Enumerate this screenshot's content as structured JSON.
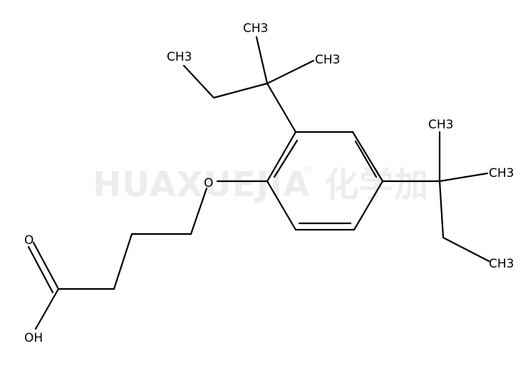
{
  "watermark": {
    "text": "HUAXUEJIA",
    "registered_mark": "®",
    "cn_text": "化学加",
    "color": "#ededed"
  },
  "atoms": {
    "oxygen_ether": "O",
    "oxygen_carbonyl": "O",
    "hydroxyl": "OH",
    "ch3_top": "CH3",
    "ch3_upper_left": "CH3",
    "ch3_upper_right": "CH3",
    "ch3_right_top": "CH3",
    "ch3_right_mid": "CH3",
    "ch3_right_bottom": "CH3"
  },
  "colors": {
    "bond": "#000000",
    "label": "#000000",
    "background": "#ffffff"
  }
}
